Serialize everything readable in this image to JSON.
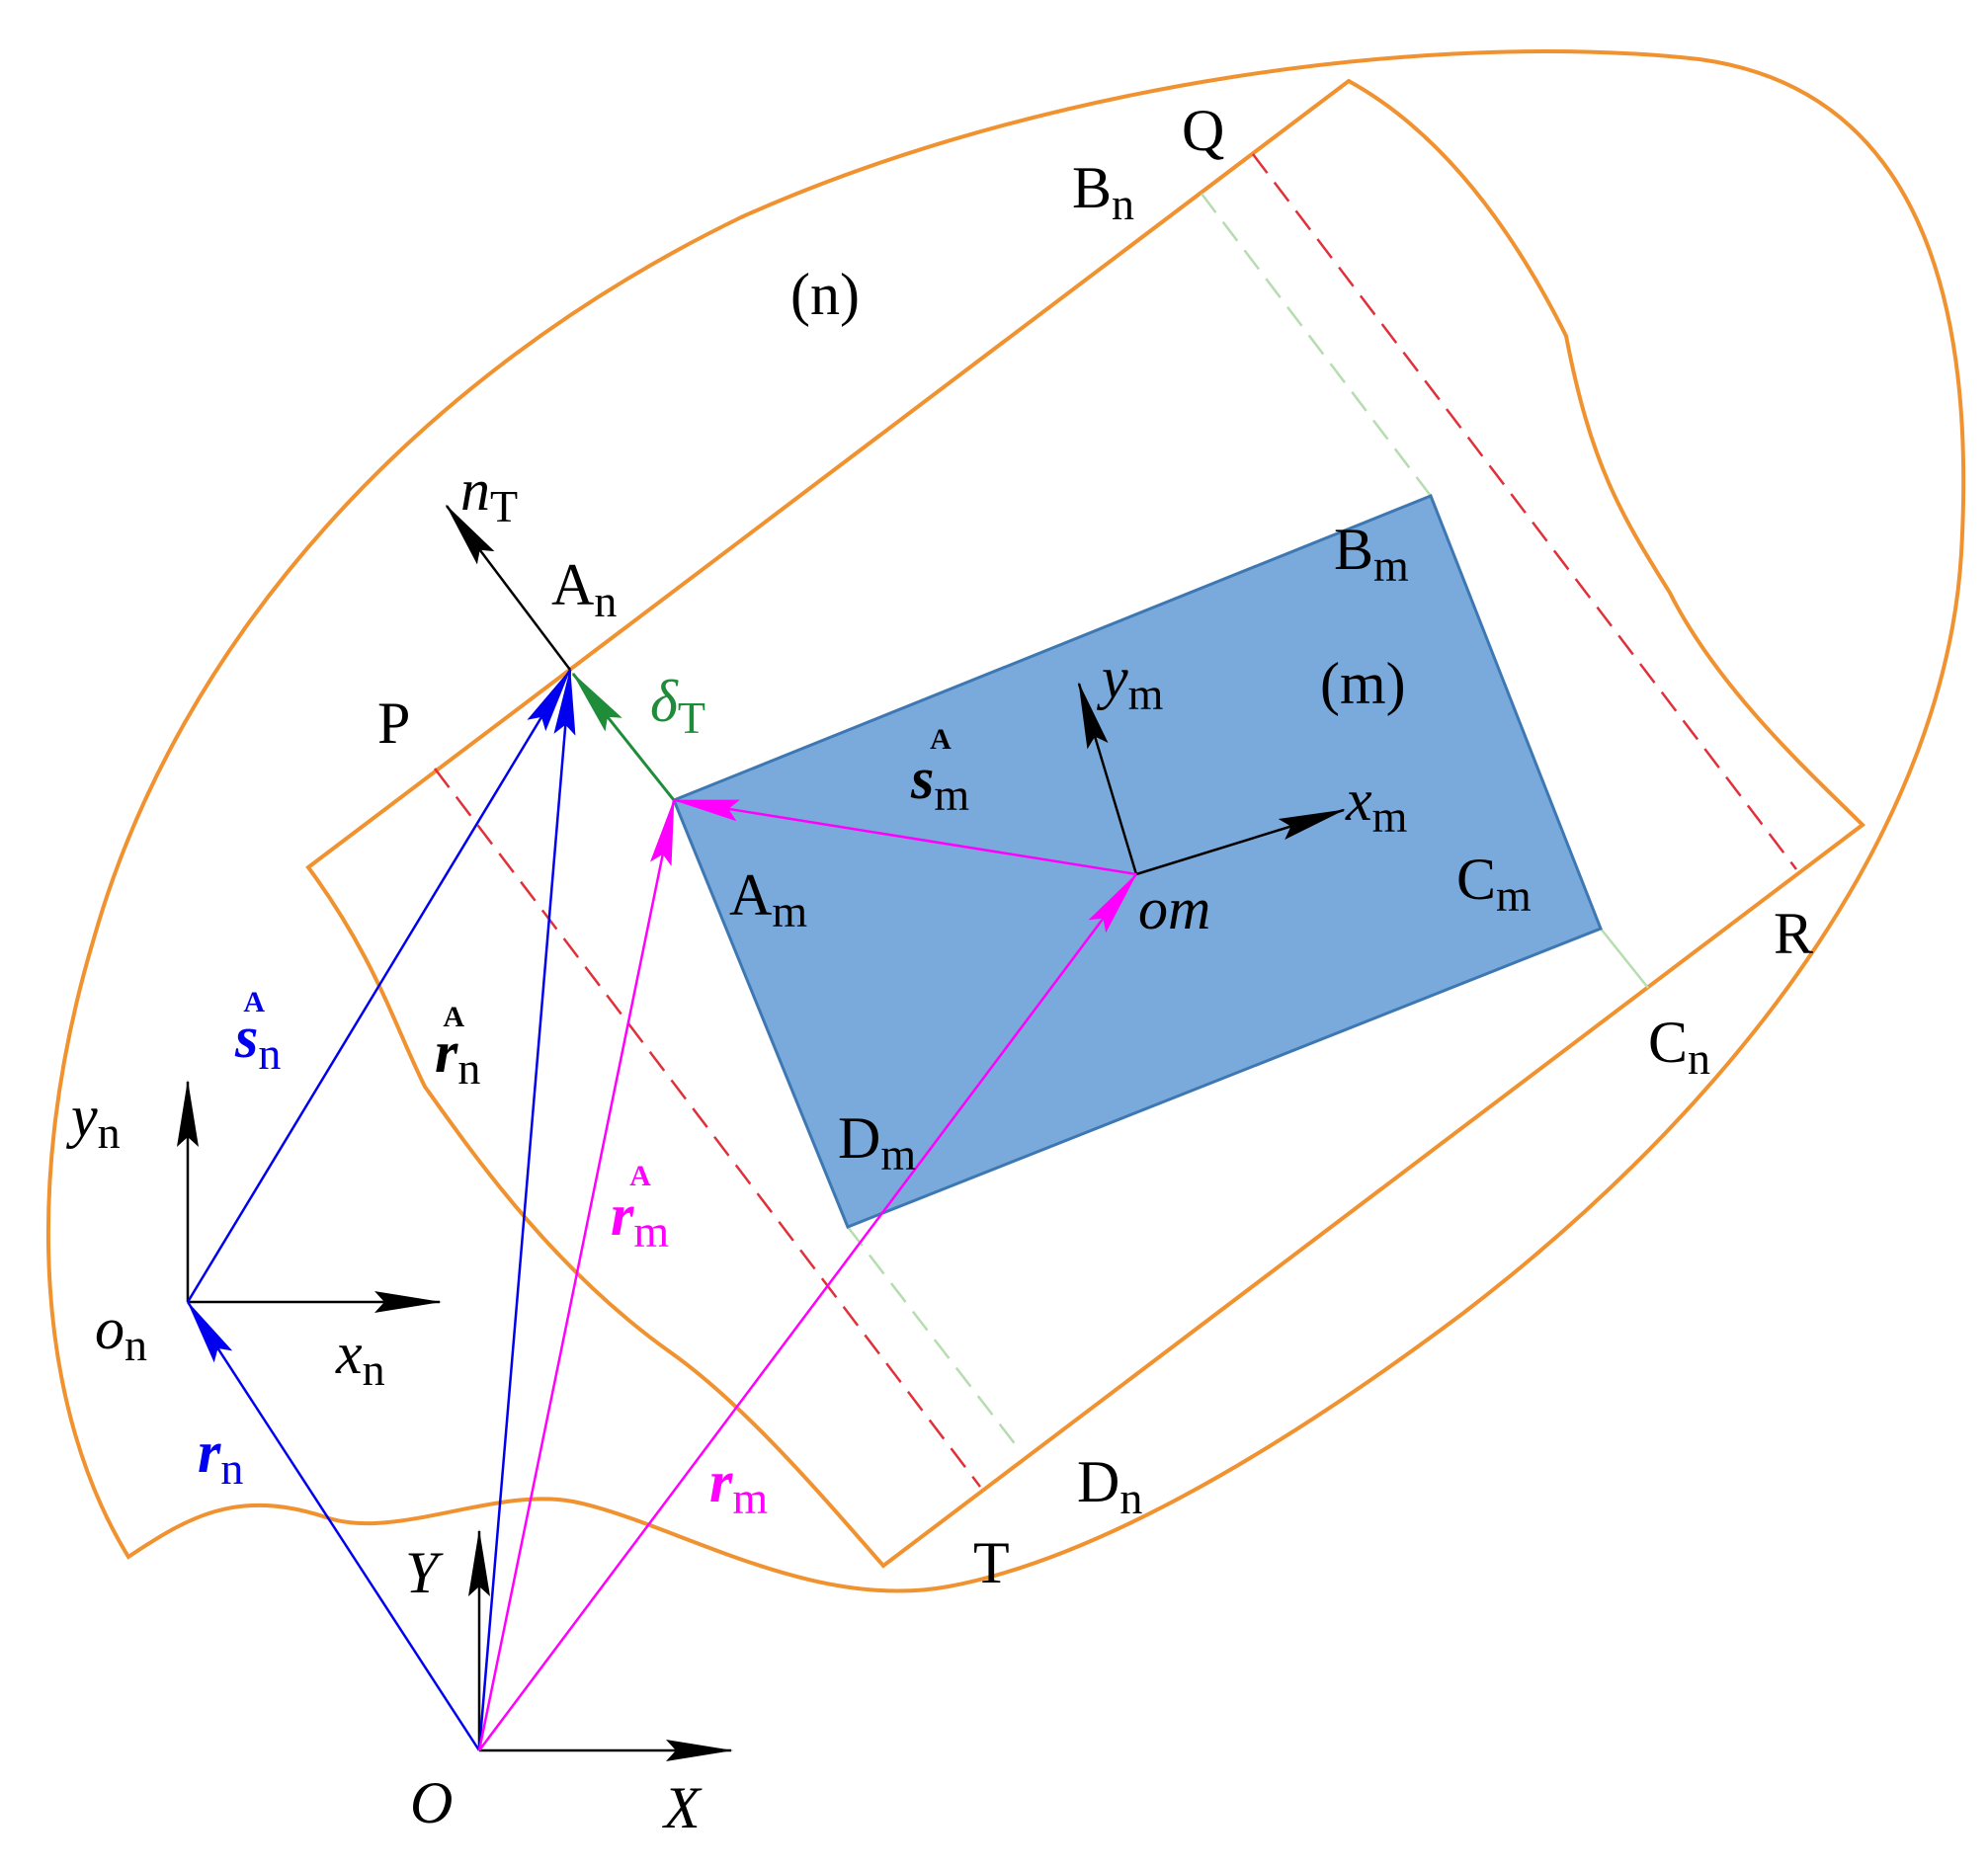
{
  "colors": {
    "boundary": "#F0922F",
    "block_fill": "#7AAADB",
    "block_stroke": "#3D78B3",
    "magenta": "#FF00FF",
    "blue": "#0000EE",
    "green": "#1F8C3A",
    "light_green": "#B6DDB0",
    "red_dash": "#E0303A",
    "black": "#000000"
  },
  "labels": {
    "Q": "Q",
    "Bn": {
      "base": "B",
      "sub": "n"
    },
    "n_region": "(n)",
    "nT": {
      "base": "n",
      "sub": "T"
    },
    "An": {
      "base": "A",
      "sub": "n"
    },
    "Bm": {
      "base": "B",
      "sub": "m"
    },
    "P": "P",
    "deltaT": {
      "base": "δ",
      "sub": "T"
    },
    "ym": {
      "base": "y",
      "sub": "m"
    },
    "m_region": "(m)",
    "smA": {
      "base": "s",
      "sub": "m",
      "sup": "A"
    },
    "xm": {
      "base": "x",
      "sub": "m"
    },
    "Am": {
      "base": "A",
      "sub": "m"
    },
    "om": "om",
    "Cm": {
      "base": "C",
      "sub": "m"
    },
    "R": "R",
    "snA": {
      "base": "s",
      "sub": "n",
      "sup": "A"
    },
    "rnA": {
      "base": "r",
      "sub": "n",
      "sup": "A"
    },
    "Cn": {
      "base": "C",
      "sub": "n"
    },
    "yn": {
      "base": "y",
      "sub": "n"
    },
    "Dm": {
      "base": "D",
      "sub": "m"
    },
    "rmA": {
      "base": "r",
      "sub": "m",
      "sup": "A"
    },
    "on": {
      "base": "o",
      "sub": "n"
    },
    "xn": {
      "base": "x",
      "sub": "n"
    },
    "rn": {
      "base": "r",
      "sub": "n"
    },
    "rm": {
      "base": "r",
      "sub": "m"
    },
    "Dn": {
      "base": "D",
      "sub": "n"
    },
    "T": "T",
    "Y": "Y",
    "O": "O",
    "X": "X"
  }
}
